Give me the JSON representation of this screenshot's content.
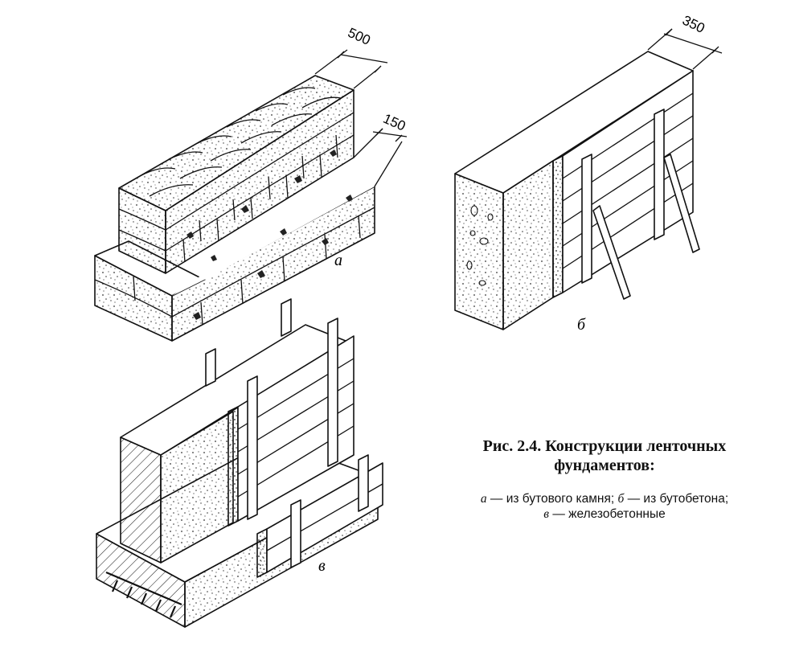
{
  "figure": {
    "dimensions": {
      "rubble_width": "500",
      "rubble_step": "150",
      "concrete_width": "350"
    },
    "panel_labels": {
      "a": "а",
      "b": "б",
      "v": "в"
    }
  },
  "caption": {
    "title_line1": "Рис. 2.4. Конструкции ленточных",
    "title_line2": "фундаментов:",
    "desc_line1_a": "а",
    "desc_line1_a_text": " — из бутового камня; ",
    "desc_line1_b": "б",
    "desc_line1_b_text": " — из бутобетона;",
    "desc_line2_v": "в",
    "desc_line2_v_text": " — железобетонные"
  }
}
